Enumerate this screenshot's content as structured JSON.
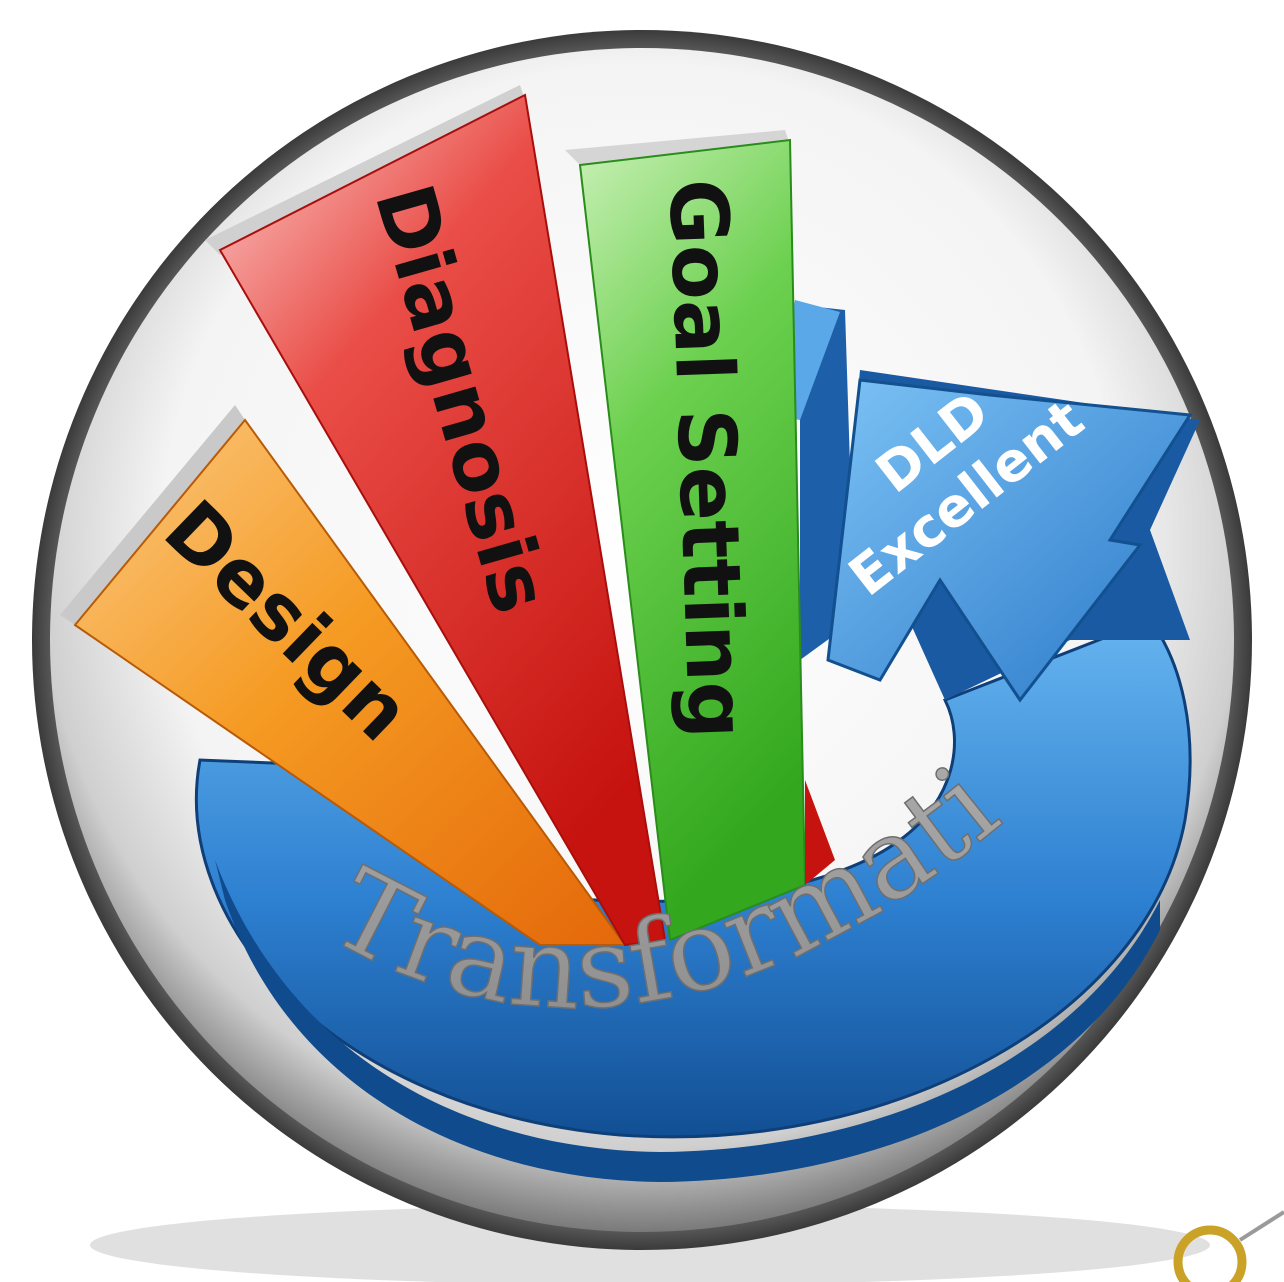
{
  "diagram": {
    "bars": [
      {
        "id": "design",
        "label": "Design",
        "color": "#f08a10"
      },
      {
        "id": "diagnosis",
        "label": "Diagnosis",
        "color": "#e22a26"
      },
      {
        "id": "goal-setting",
        "label": "Goal Setting",
        "color": "#4cbf37"
      }
    ],
    "arrow": {
      "label_line1": "DLD",
      "label_line2": "Excellent",
      "color": "#2f86d6"
    },
    "ring_label": "Transformation"
  }
}
